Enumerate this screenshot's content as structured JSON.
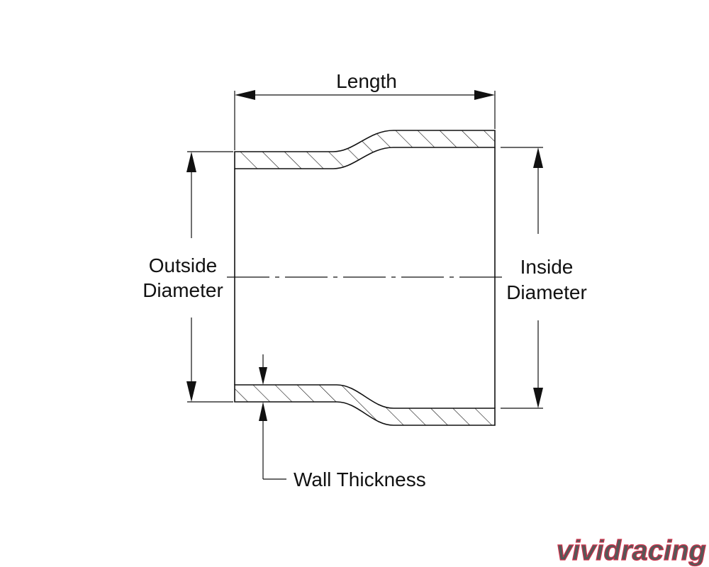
{
  "labels": {
    "length": "Length",
    "outside_diameter_line1": "Outside",
    "outside_diameter_line2": "Diameter",
    "inside_diameter_line1": "Inside",
    "inside_diameter_line2": "Diameter",
    "wall_thickness": "Wall Thickness"
  },
  "watermark": {
    "text": "vividracing",
    "color_dark": "#3a3a3a",
    "color_accent": "#c8102e"
  },
  "colors": {
    "line": "#111111",
    "background": "#ffffff"
  }
}
